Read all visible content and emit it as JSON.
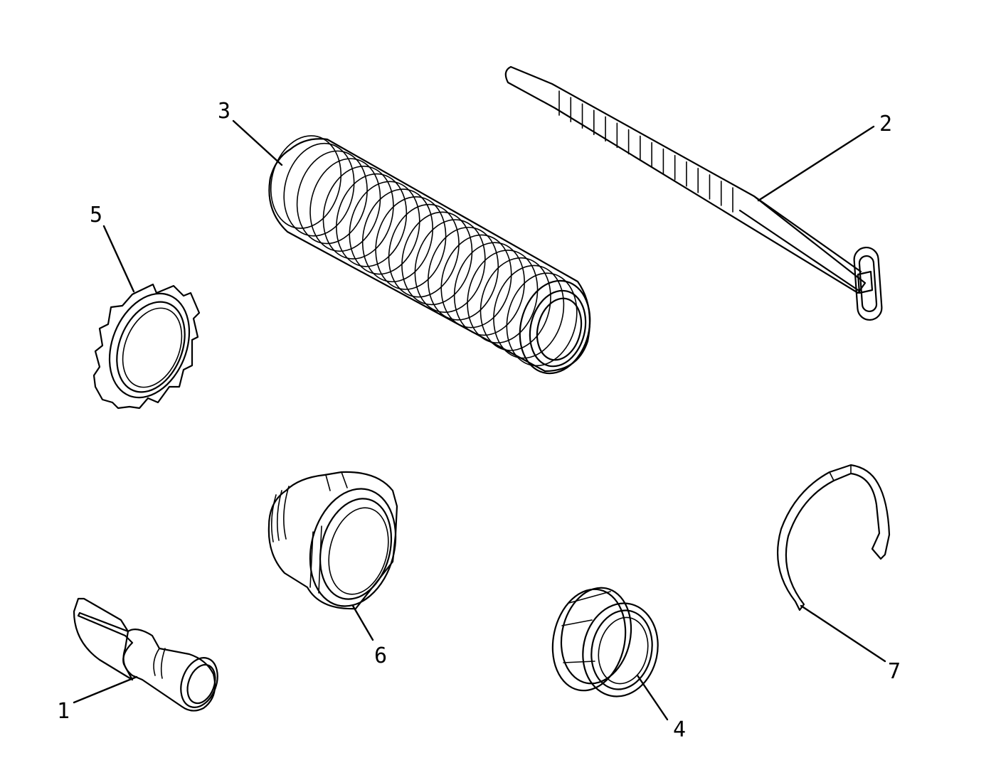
{
  "diagram": {
    "parts": [
      {
        "id": "1",
        "label": "1",
        "name": "terminal"
      },
      {
        "id": "2",
        "label": "2",
        "name": "cable-tie"
      },
      {
        "id": "3",
        "label": "3",
        "name": "convoluted-tubing"
      },
      {
        "id": "4",
        "label": "4",
        "name": "grommet"
      },
      {
        "id": "5",
        "label": "5",
        "name": "locknut"
      },
      {
        "id": "6",
        "label": "6",
        "name": "adapter"
      },
      {
        "id": "7",
        "label": "7",
        "name": "clip"
      }
    ],
    "colors": {
      "line": "#000000",
      "background": "#ffffff"
    }
  }
}
